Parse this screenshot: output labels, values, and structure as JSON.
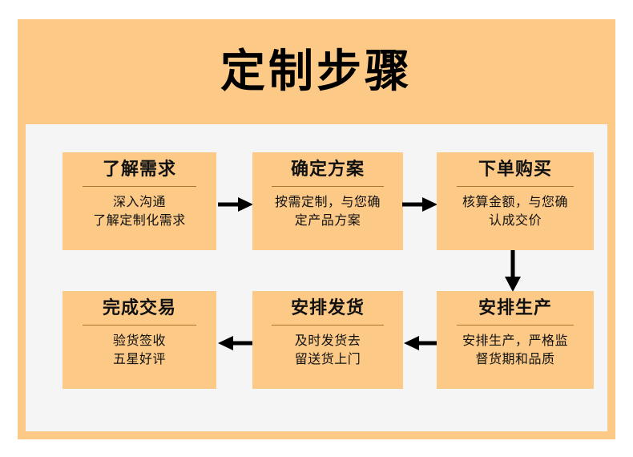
{
  "infographic": {
    "title": "定制步骤",
    "colors": {
      "accent_orange": "#FCC987",
      "panel_background": "#F5F5F5",
      "page_background": "#FFFFFF",
      "divider": "#A9762E",
      "text": "#111111"
    },
    "rows": [
      {
        "row_name": "row-1",
        "direction": "left-to-right",
        "steps": [
          {
            "index": 1,
            "title": "了解需求",
            "description": "深入沟通\n了解定制化需求",
            "desc_lines": [
              "深入沟通",
              "了解定制化需求"
            ]
          },
          {
            "index": 2,
            "title": "确定方案",
            "description": "按需定制，与您确定产品方案",
            "desc_lines": [
              "按需定制，与您确",
              "定产品方案"
            ]
          },
          {
            "index": 3,
            "title": "下单购买",
            "description": "核算金额，与您确认成交价",
            "desc_lines": [
              "核算金额，与您确",
              "认成交价"
            ]
          }
        ]
      },
      {
        "row_name": "row-2",
        "direction": "right-to-left",
        "steps": [
          {
            "index": 6,
            "title": "完成交易",
            "description": "验货签收\n五星好评",
            "desc_lines": [
              "验货签收",
              "五星好评"
            ]
          },
          {
            "index": 5,
            "title": "安排发货",
            "description": "及时发货去留送货上门",
            "desc_lines": [
              "及时发货去",
              "留送货上门"
            ]
          },
          {
            "index": 4,
            "title": "安排生产",
            "description": "安排生产，严格监督货期和品质",
            "desc_lines": [
              "安排生产，严格监",
              "督货期和品质"
            ]
          }
        ]
      }
    ],
    "connectors": [
      {
        "name": "arrow-step1-to-step2",
        "icon": "arrow-right-icon",
        "direction": "right"
      },
      {
        "name": "arrow-step2-to-step3",
        "icon": "arrow-right-icon",
        "direction": "right"
      },
      {
        "name": "arrow-step3-to-step4",
        "icon": "arrow-down-icon",
        "direction": "down"
      },
      {
        "name": "arrow-step4-to-step5",
        "icon": "arrow-left-icon",
        "direction": "left"
      },
      {
        "name": "arrow-step5-to-step6",
        "icon": "arrow-left-icon",
        "direction": "left"
      }
    ]
  }
}
